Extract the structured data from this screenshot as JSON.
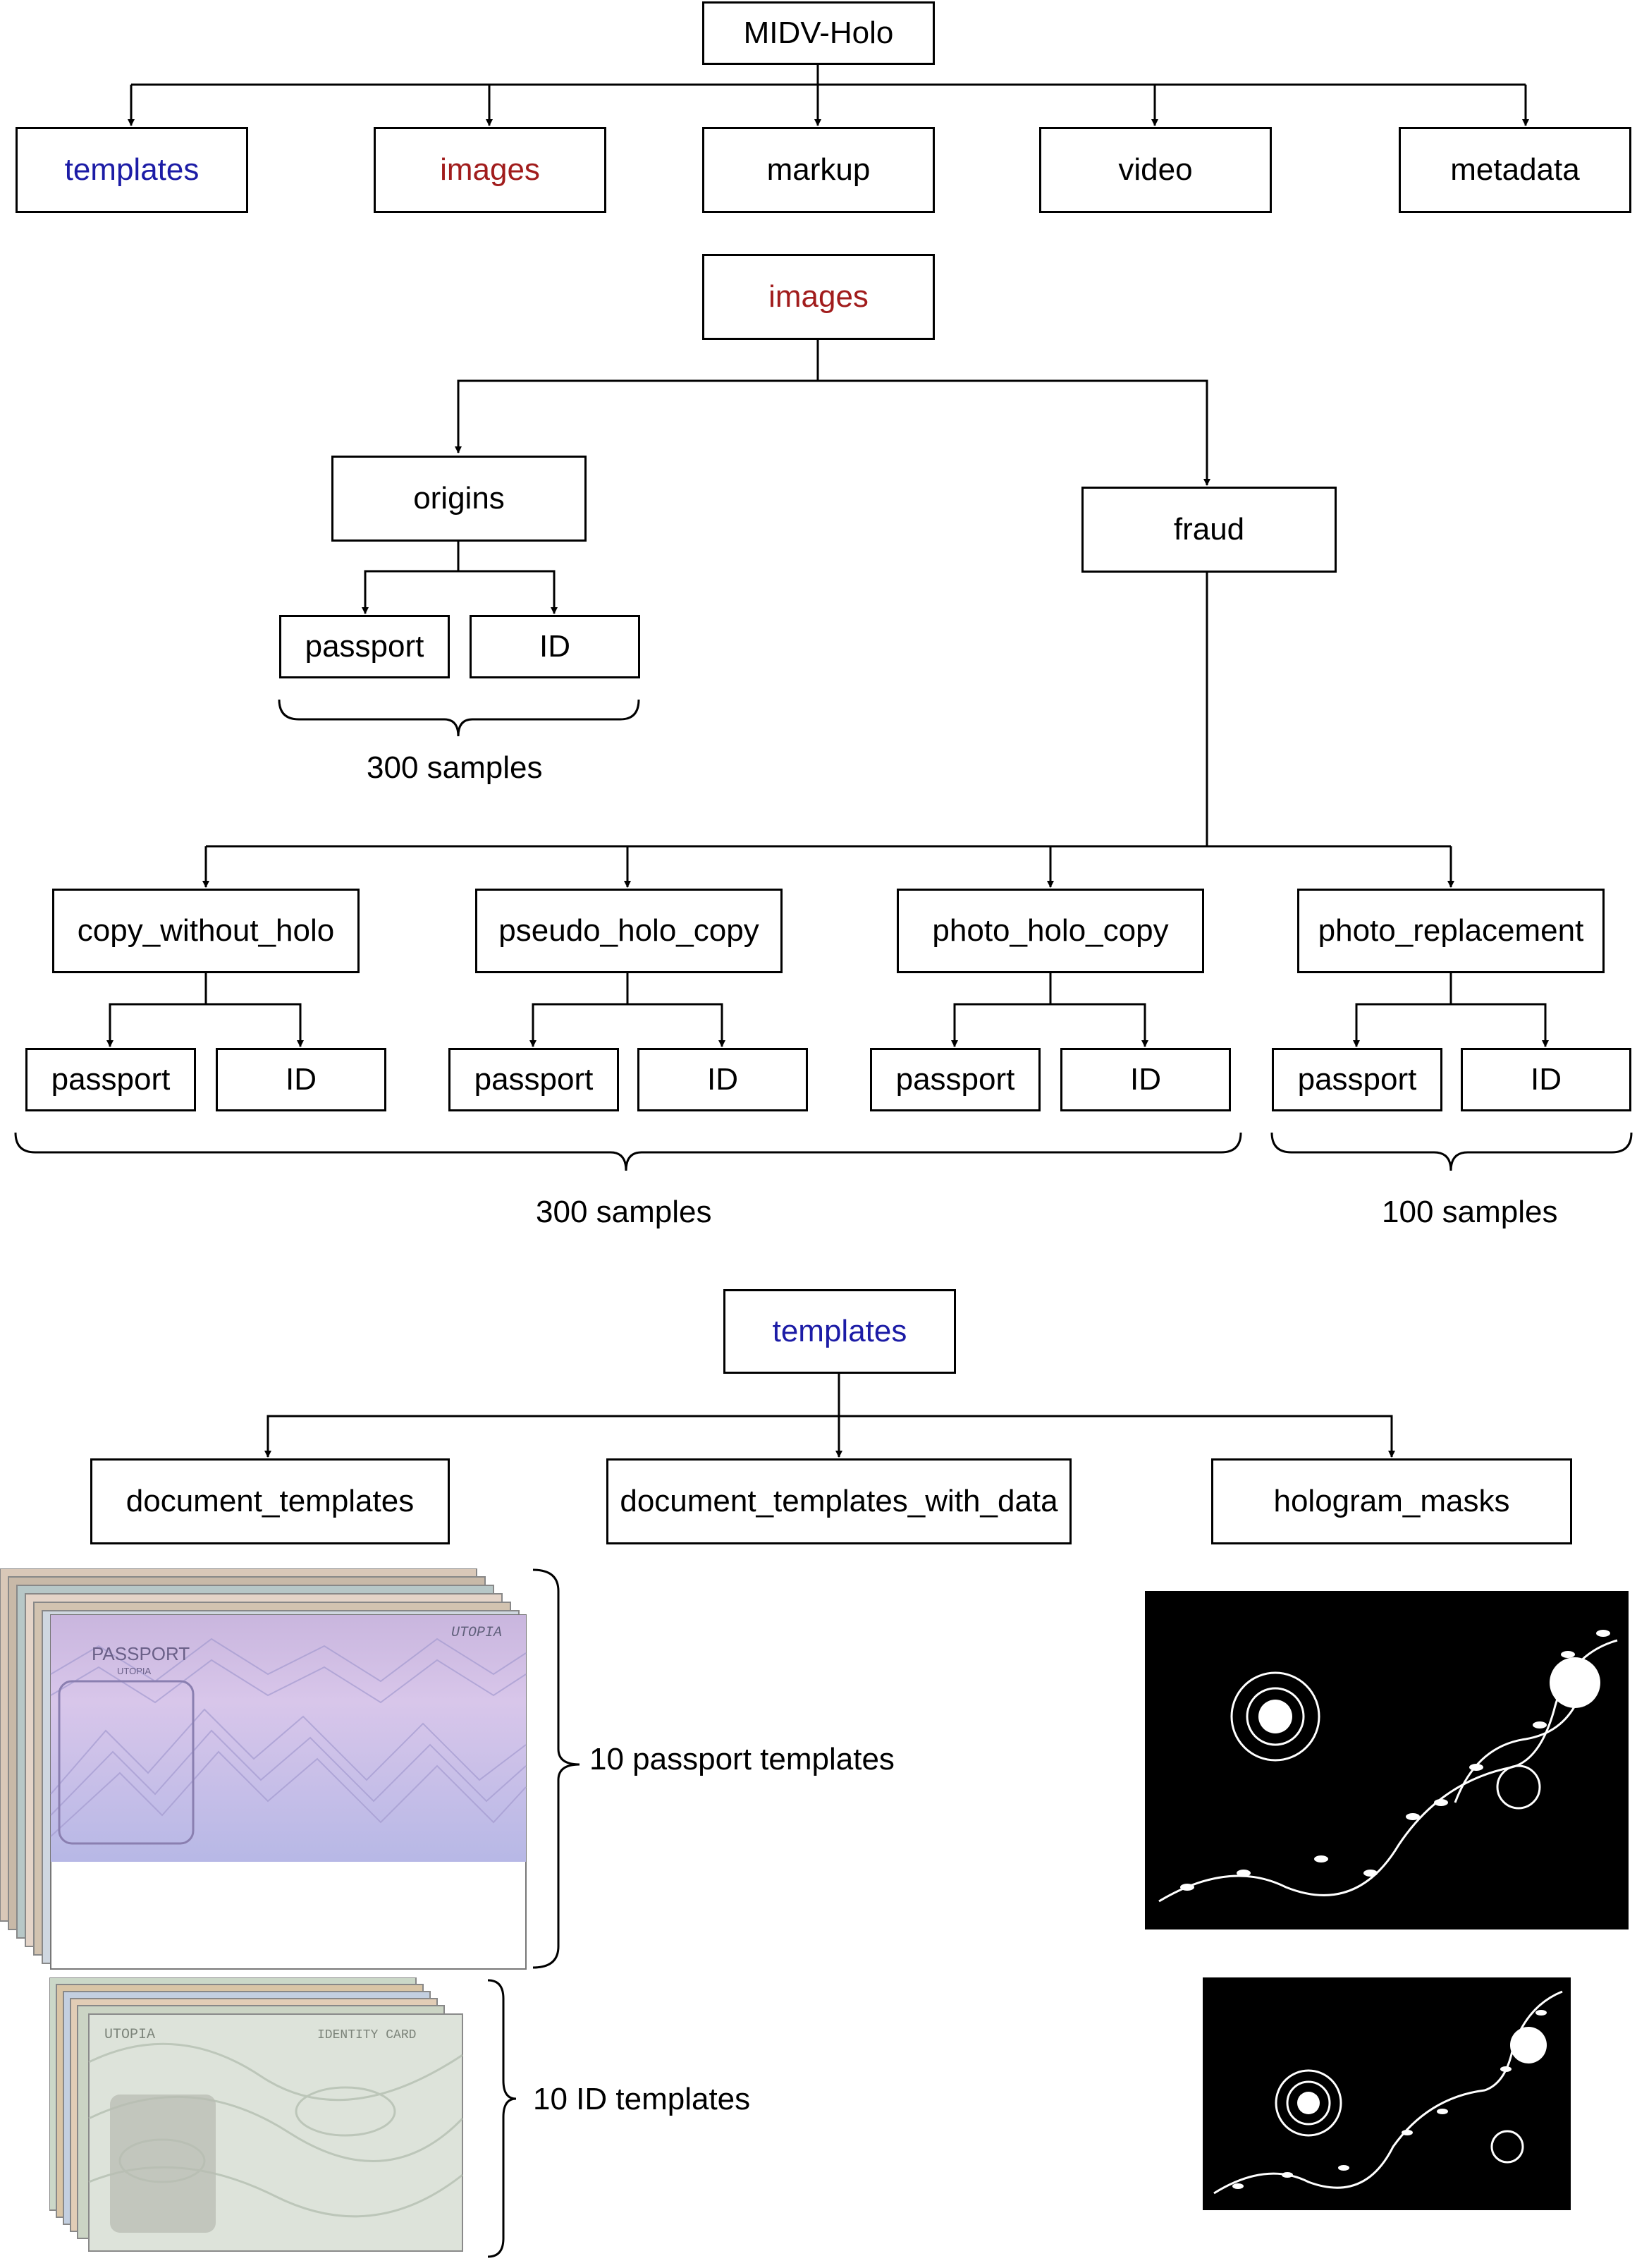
{
  "colors": {
    "templates_text": "#1c1ca6",
    "images_text": "#a11c1c",
    "line": "#000000",
    "mask_bg": "#000000"
  },
  "nodes": {
    "root": "MIDV-Holo",
    "templates": "templates",
    "images": "images",
    "markup": "markup",
    "video": "video",
    "metadata": "metadata",
    "images_sub": "images",
    "origins": "origins",
    "fraud": "fraud",
    "origins_passport": "passport",
    "origins_id": "ID",
    "copy_without_holo": "copy_without_holo",
    "pseudo_holo_copy": "pseudo_holo_copy",
    "photo_holo_copy": "photo_holo_copy",
    "photo_replacement": "photo_replacement",
    "cwh_passport": "passport",
    "cwh_id": "ID",
    "phc_passport": "passport",
    "phc_id": "ID",
    "photo_hc_passport": "passport",
    "photo_hc_id": "ID",
    "pr_passport": "passport",
    "pr_id": "ID",
    "templates_sub": "templates",
    "document_templates": "document_templates",
    "document_templates_with_data": "document_templates_with_data",
    "hologram_masks": "hologram_masks"
  },
  "labels": {
    "origins_samples": "300 samples",
    "fraud_samples": "300 samples",
    "replacement_samples": "100 samples",
    "passport_templates": "10 passport templates",
    "id_templates": "10 ID templates"
  },
  "thumbnails": {
    "passport_title": "PASSPORT",
    "passport_country": "UTOPIA",
    "id_country": "UTOPIA",
    "id_title": "IDENTITY CARD"
  }
}
